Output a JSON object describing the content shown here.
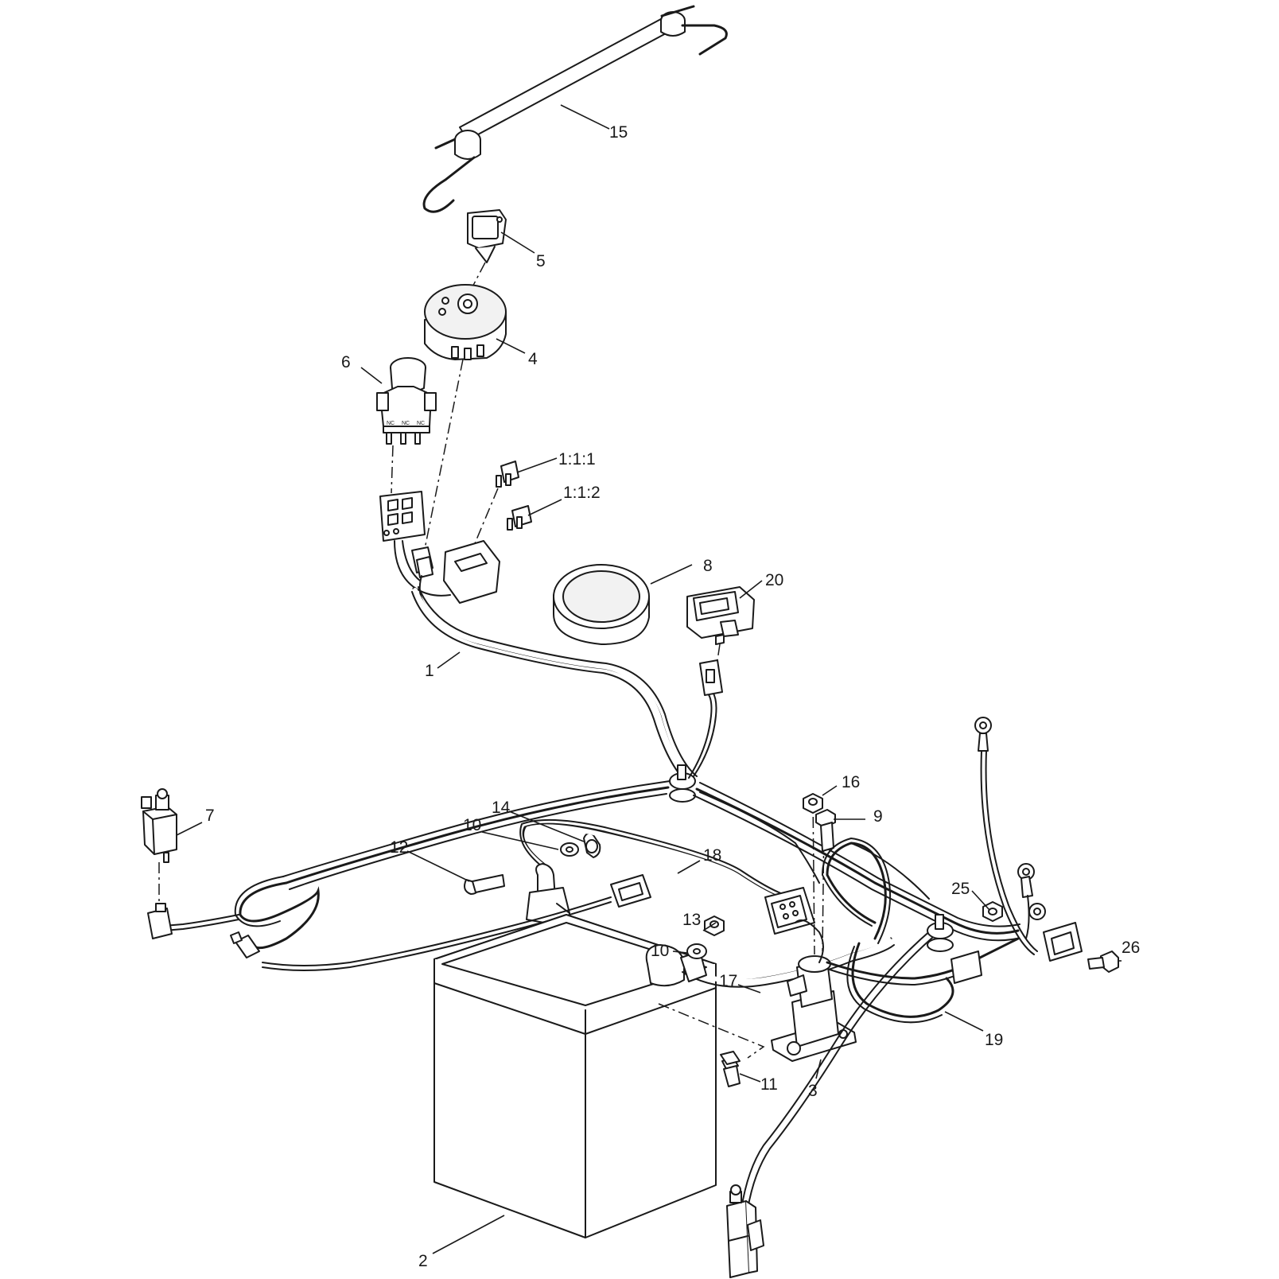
{
  "callouts": {
    "c1": "1",
    "c2": "2",
    "c3": "3",
    "c4": "4",
    "c5": "5",
    "c6": "6",
    "c7": "7",
    "c8": "8",
    "c9": "9",
    "c10a": "10",
    "c10b": "10",
    "c11": "11",
    "c12": "12",
    "c13": "13",
    "c14": "14",
    "c15": "15",
    "c16": "16",
    "c17": "17",
    "c18": "18",
    "c19": "19",
    "c20": "20",
    "c25": "25",
    "c26": "26",
    "c111": "1:1:1",
    "c112": "1:1:2"
  },
  "switch_markings": {
    "nc1": "NC",
    "nc2": "NC",
    "nc3": "NC"
  },
  "colors": {
    "line": "#1a1a1a",
    "background": "#ffffff"
  }
}
